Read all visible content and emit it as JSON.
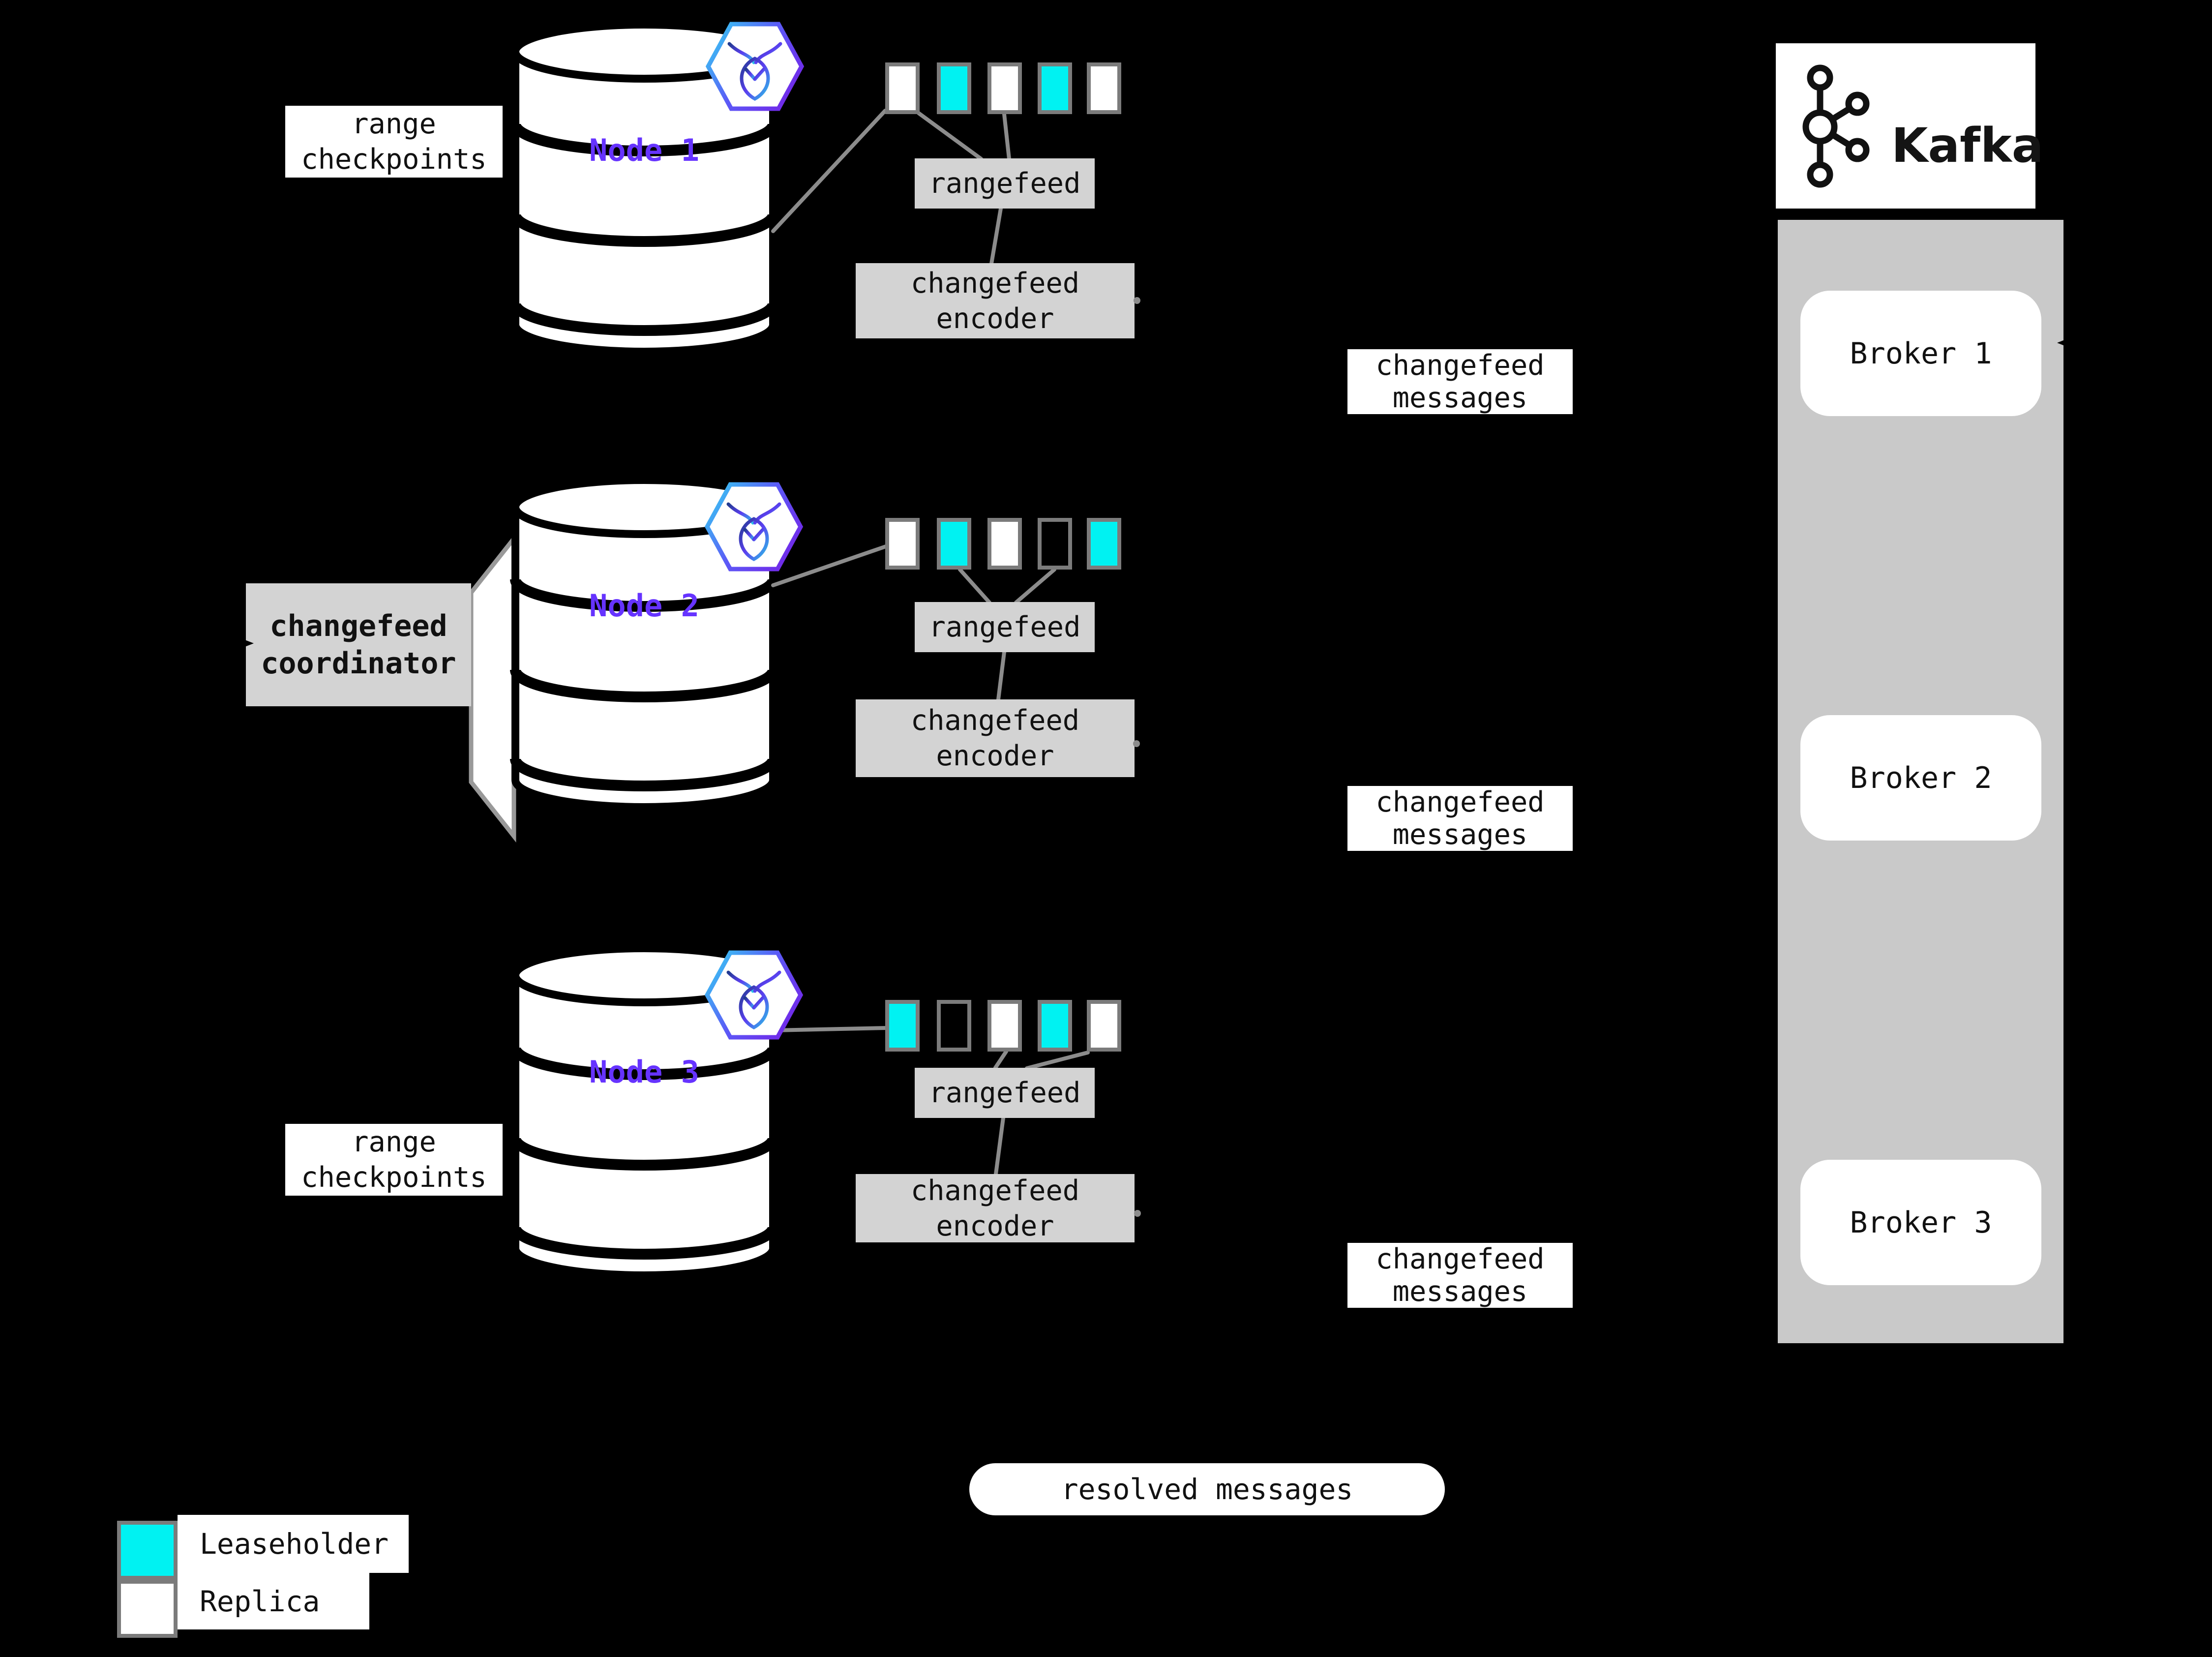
{
  "colors": {
    "background": "#000000",
    "leaseholder": "#00F2F2",
    "replica": "#FFFFFF",
    "empty_range": "#000000",
    "node_label": "#6633FF",
    "label_gray": "#D3D3D3",
    "kafka_column": "#C9C9C9",
    "connector": "#8C8C8C"
  },
  "nodes": [
    {
      "name": "Node 1",
      "ranges": [
        "replica",
        "leaseholder",
        "replica",
        "leaseholder",
        "replica"
      ],
      "rangefeed": "rangefeed",
      "encoder": "changefeed encoder"
    },
    {
      "name": "Node 2",
      "ranges": [
        "replica",
        "leaseholder",
        "replica",
        "empty",
        "leaseholder"
      ],
      "rangefeed": "rangefeed",
      "encoder": "changefeed encoder"
    },
    {
      "name": "Node 3",
      "ranges": [
        "leaseholder",
        "empty",
        "replica",
        "leaseholder",
        "replica"
      ],
      "rangefeed": "rangefeed",
      "encoder": "changefeed encoder"
    }
  ],
  "annotations": {
    "range_checkpoints_top": "range checkpoints",
    "range_checkpoints_bottom": "range checkpoints",
    "changefeed_coordinator": "changefeed coordinator",
    "changefeed_messages": [
      "changefeed messages",
      "changefeed messages",
      "changefeed messages"
    ],
    "resolved_messages": "resolved messages"
  },
  "kafka": {
    "logo_text": "Kafka",
    "brokers": [
      {
        "label": "Broker 1"
      },
      {
        "label": "Broker 2"
      },
      {
        "label": "Broker 3"
      }
    ]
  },
  "legend": {
    "items": [
      {
        "label": "Leaseholder",
        "swatch": "leaseholder"
      },
      {
        "label": "Replica",
        "swatch": "replica"
      }
    ]
  }
}
